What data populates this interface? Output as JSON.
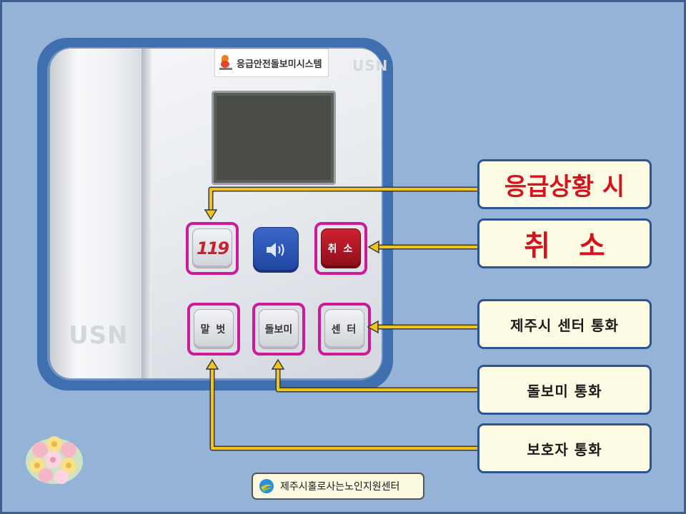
{
  "device": {
    "brand_label": "응급안전돌보미시스템",
    "maker_mark": "USN",
    "buttons": {
      "emergency": "119",
      "speaker_icon": "speaker-icon",
      "cancel": "취 소",
      "guardian": "말 벗",
      "caregiver": "돌보미",
      "center": "센 터"
    }
  },
  "callouts": {
    "emergency": "응급상황 시",
    "cancel_left": "취",
    "cancel_right": "소",
    "center_call": "제주시 센터 통화",
    "caregiver_call": "돌보미 통화",
    "guardian_call": "보호자 통화"
  },
  "footer": {
    "organization": "제주시홀로사는노인지원센터"
  },
  "colors": {
    "background": "#95b3d7",
    "highlight": "#cc1a99",
    "arrow": "#f0c419",
    "callout_border": "#2b5490",
    "emphasis_text": "#d4141c"
  }
}
